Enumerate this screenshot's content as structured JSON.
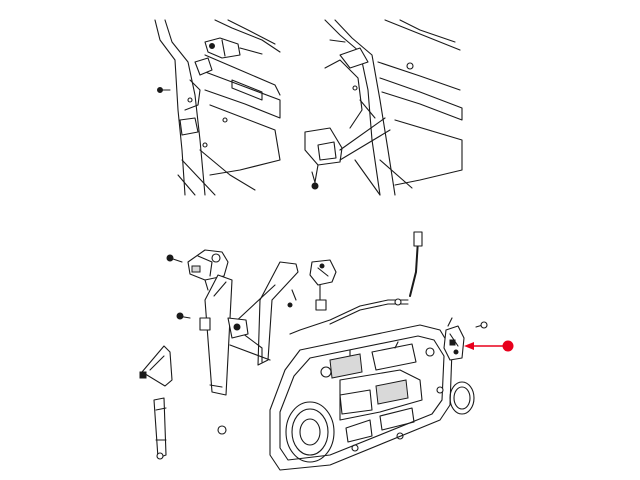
{
  "diagram": {
    "colors": {
      "line": "#1a1a1a",
      "background": "#ffffff",
      "callout": "#e8001c"
    },
    "icons": [
      "door-frame-view-left",
      "door-frame-view-right",
      "door-exploded-assembly",
      "callout-arrow"
    ]
  }
}
